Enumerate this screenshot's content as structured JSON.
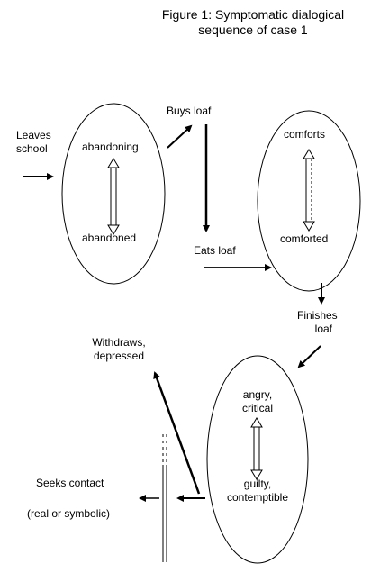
{
  "title": {
    "line1": "Figure 1: Symptomatic dialogical",
    "line2": "sequence of case 1"
  },
  "nodes": {
    "cycle1": {
      "top": "abandoning",
      "bottom": "abandoned"
    },
    "cycle2": {
      "top": "comforts",
      "bottom": "comforted"
    },
    "cycle3": {
      "top_line1": "angry,",
      "top_line2": "critical",
      "bottom_line1": "guilty,",
      "bottom_line2": "contemptible"
    }
  },
  "events": {
    "leaves_school_line1": "Leaves",
    "leaves_school_line2": "school",
    "buys_loaf": "Buys loaf",
    "eats_loaf": "Eats loaf",
    "finishes_loaf_line1": "Finishes",
    "finishes_loaf_line2": "loaf",
    "withdraws_line1": "Withdraws,",
    "withdraws_line2": "depressed",
    "seeks_contact": "Seeks contact",
    "real_or_symbolic": "(real or symbolic)"
  }
}
